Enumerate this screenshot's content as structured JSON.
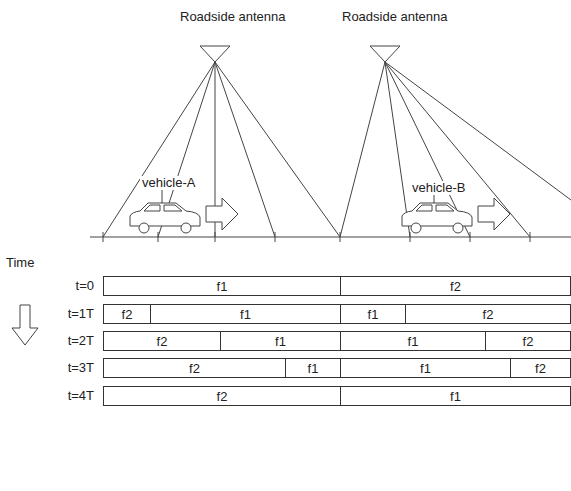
{
  "diagram": {
    "nodes": [
      {
        "text": [
          "f1"
        ]
      },
      {
        "text": [
          "f2"
        ]
      },
      {
        "text": [
          "f2"
        ]
      },
      {
        "text": [
          "f1"
        ]
      },
      {
        "text": [
          "f1"
        ]
      },
      {
        "text": [
          "f2"
        ]
      },
      {
        "text": [
          "f2"
        ]
      },
      {
        "text": [
          "f1"
        ]
      },
      {
        "text": [
          "f1"
        ]
      },
      {
        "text": [
          "f2"
        ]
      },
      {
        "text": [
          "f2"
        ]
      },
      {
        "text": [
          "f1"
        ]
      },
      {
        "text": [
          "f1"
        ]
      },
      {
        "text": [
          "f2"
        ]
      },
      {
        "text": [
          "f2"
        ]
      },
      {
        "text": [
          "f1"
        ]
      }
    ],
    "labels": [
      "Roadside antenna",
      "Roadside antenna",
      "vehicle-A",
      "vehicle-B",
      "Time",
      "t=0",
      "t=1T",
      "t=2T",
      "t=3T",
      "t=4T"
    ]
  }
}
